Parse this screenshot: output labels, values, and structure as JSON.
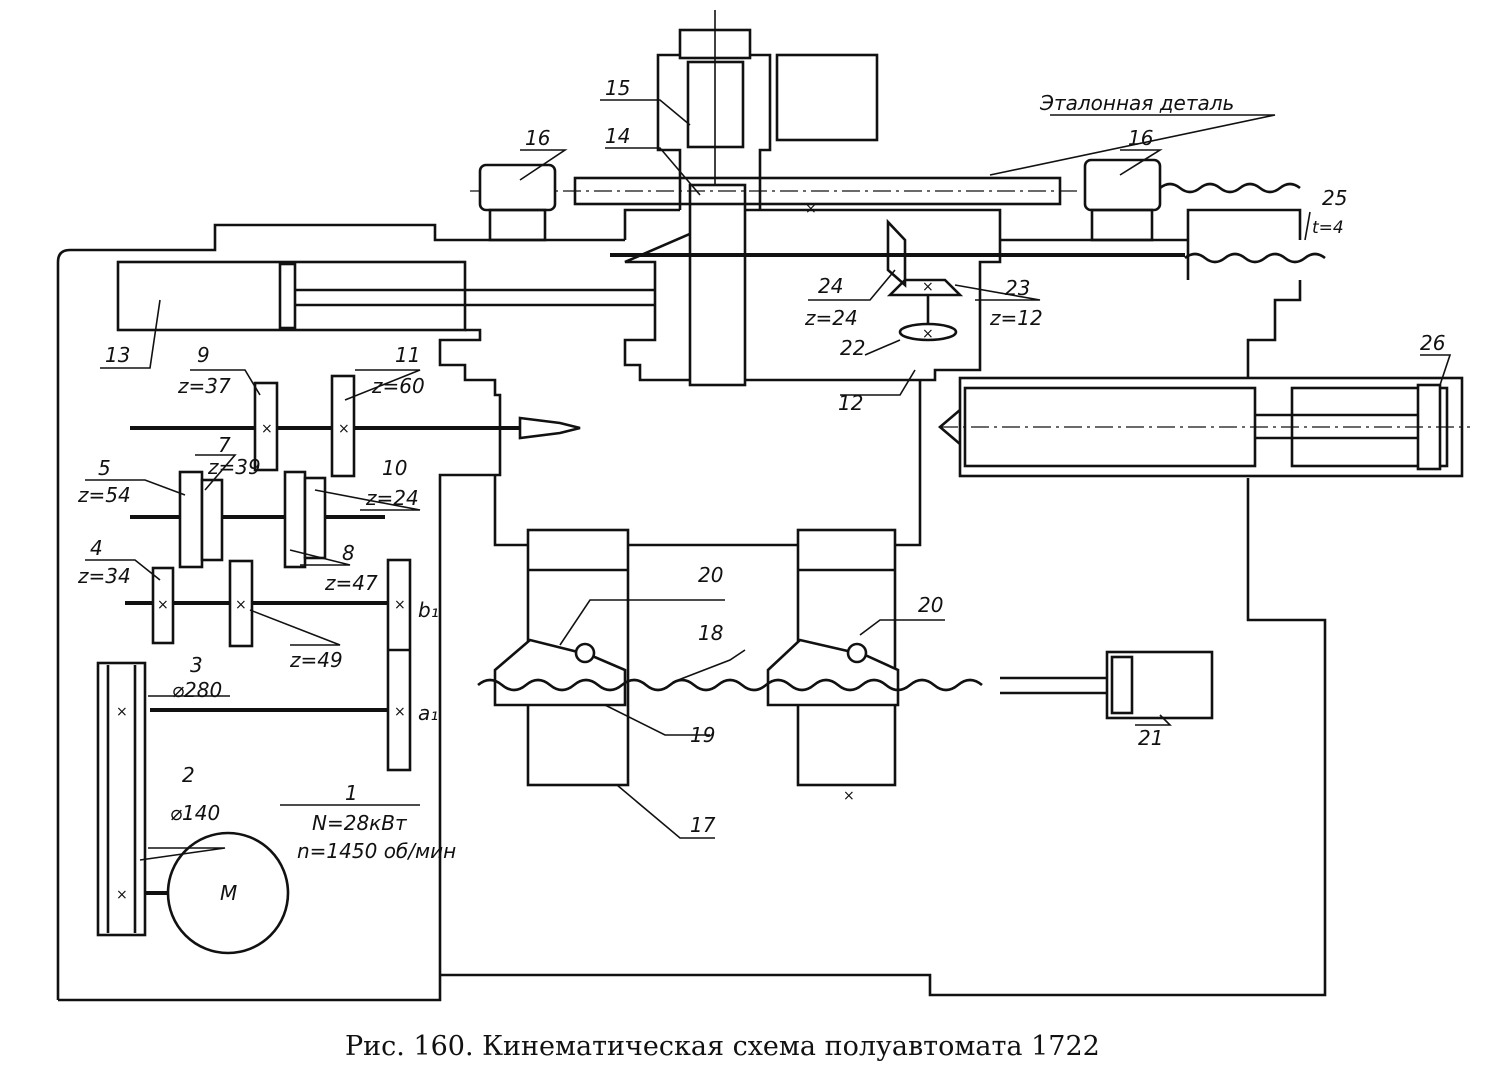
{
  "caption": "Рис. 160. Кинематическая схема полуавтомата 1722",
  "labels": {
    "l15": "15",
    "l14": "14",
    "l16a": "16",
    "l16b": "16",
    "reference_part": "Эталонная деталь",
    "l25": "25",
    "t25": "t=4",
    "l13": "13",
    "l9": "9",
    "z9": "z=37",
    "l11": "11",
    "z11": "z=60",
    "l24": "24",
    "z24": "z=24",
    "l23": "23",
    "z23": "z=12",
    "l22": "22",
    "l12": "12",
    "l26": "26",
    "l7": "7",
    "z7": "z=39",
    "l5": "5",
    "z5": "z=54",
    "l10": "10",
    "z10": "z=24",
    "l4": "4",
    "z4": "z=34",
    "l8": "8",
    "z8": "z=47",
    "z6": "z=49",
    "b1": "b₁",
    "a1": "a₁",
    "l3": "3",
    "d3": "⌀280",
    "l2": "2",
    "d2": "⌀140",
    "l1": "1",
    "power": "N=28кВт",
    "speed": "n=1450 об/мин",
    "motor": "M",
    "l20a": "20",
    "l20b": "20",
    "l18": "18",
    "l19": "19",
    "l17": "17",
    "l21": "21"
  }
}
